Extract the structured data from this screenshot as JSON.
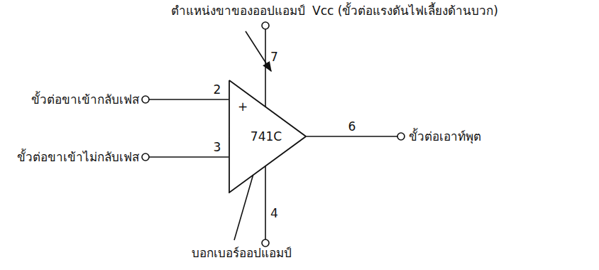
{
  "diagram": {
    "nodes": [
      {
        "text": [
          "+",
          "741C"
        ]
      }
    ],
    "labels": [
      "ตำแหน่งขาของออปแอมป์",
      "Vcc (ขั้วต่อแรงดันไฟเลี้ยงด้านบวก)",
      "7",
      "2",
      "ขั้วต่อขาเข้ากลับเฟส",
      "6",
      "ขั้วต่อเอาท์พุต",
      "3",
      "ขั้วต่อขาเข้าไม่กลับเฟส",
      "4",
      "บอกเบอร์ออปแอมป์"
    ]
  }
}
